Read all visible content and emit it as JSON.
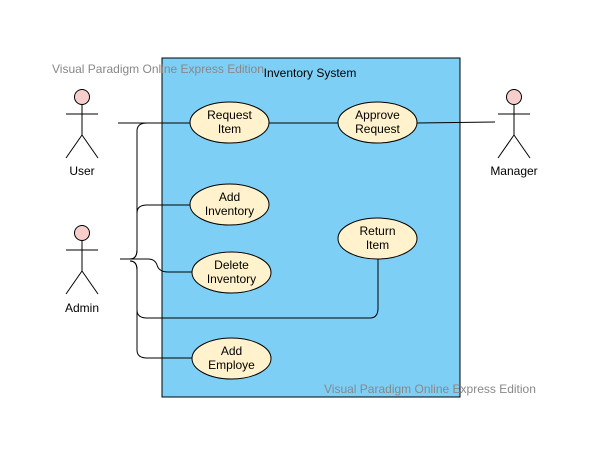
{
  "diagram": {
    "type": "use-case",
    "system": {
      "title": "Inventory System"
    },
    "watermark": "Visual Paradigm Online Express Edition",
    "actors": [
      {
        "id": "user",
        "label": "User"
      },
      {
        "id": "admin",
        "label": "Admin"
      },
      {
        "id": "manager",
        "label": "Manager"
      }
    ],
    "use_cases": [
      {
        "id": "request",
        "lines": [
          "Request",
          "Item"
        ]
      },
      {
        "id": "approve",
        "lines": [
          "Approve",
          "Request"
        ]
      },
      {
        "id": "add_inv",
        "lines": [
          "Add",
          "Inventory"
        ]
      },
      {
        "id": "delete_inv",
        "lines": [
          "Delete",
          "Inventory"
        ]
      },
      {
        "id": "return",
        "lines": [
          "Return",
          "Item"
        ]
      },
      {
        "id": "add_emp",
        "lines": [
          "Add",
          "Employe"
        ]
      }
    ],
    "associations": [
      [
        "user",
        "request"
      ],
      [
        "request",
        "approve"
      ],
      [
        "approve",
        "manager"
      ],
      [
        "admin",
        "request"
      ],
      [
        "admin",
        "add_inv"
      ],
      [
        "admin",
        "delete_inv"
      ],
      [
        "admin",
        "return"
      ],
      [
        "admin",
        "add_emp"
      ]
    ],
    "colors": {
      "system_fill": "#7ecff5",
      "usecase_fill": "#fff2cc",
      "actor_head": "#f8cecc",
      "line": "#000000",
      "watermark": "#888888"
    }
  }
}
